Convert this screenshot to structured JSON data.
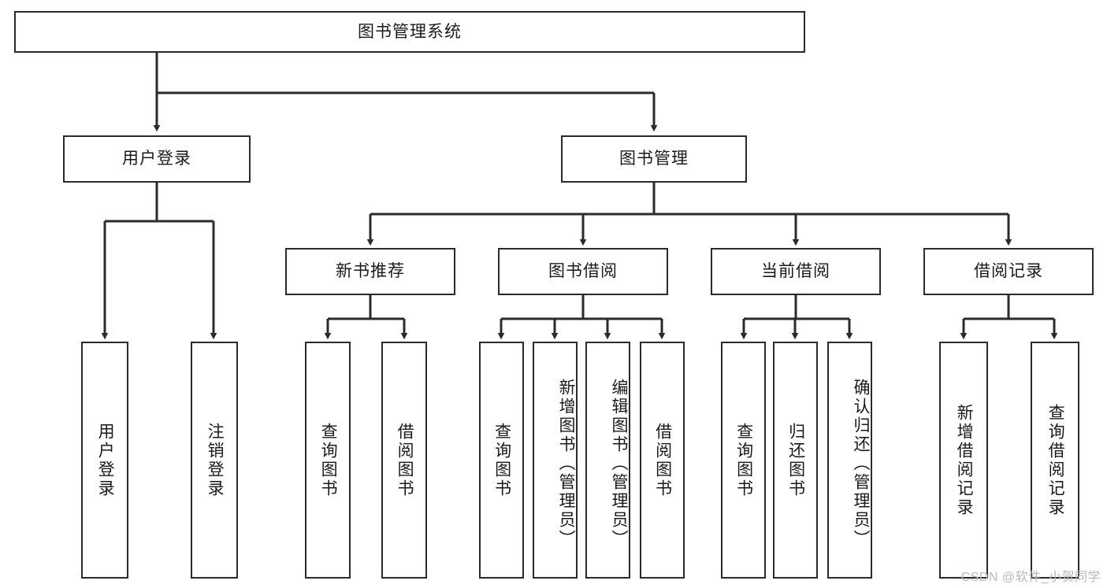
{
  "diagram": {
    "type": "tree",
    "title": "图书管理系统",
    "orientation": "top-down",
    "watermark": "CSDN @软件_小贺同学",
    "colors": {
      "stroke": "#2b2b2b",
      "fill": "#ffffff",
      "text": "#1a1a1a",
      "watermark": "#b9b9b9"
    },
    "nodes": {
      "root": {
        "label": "图书管理系统"
      },
      "level2": [
        {
          "id": "user-login",
          "label": "用户登录"
        },
        {
          "id": "book-manage",
          "label": "图书管理"
        }
      ],
      "level3": [
        {
          "id": "new-book-rec",
          "label": "新书推荐"
        },
        {
          "id": "book-borrow",
          "label": "图书借阅"
        },
        {
          "id": "current-borrow",
          "label": "当前借阅"
        },
        {
          "id": "borrow-record",
          "label": "借阅记录"
        }
      ],
      "leaves": {
        "user-login": [
          {
            "id": "leaf-user-login",
            "label": "用户登录"
          },
          {
            "id": "leaf-user-logout",
            "label": "注销登录"
          }
        ],
        "new-book-rec": [
          {
            "id": "leaf-query-book-1",
            "label": "查询图书"
          },
          {
            "id": "leaf-borrow-book-1",
            "label": "借阅图书"
          }
        ],
        "book-borrow": [
          {
            "id": "leaf-query-book-2",
            "label": "查询图书"
          },
          {
            "id": "leaf-add-book",
            "label": "新增图书（管理员）"
          },
          {
            "id": "leaf-edit-book",
            "label": "编辑图书（管理员）"
          },
          {
            "id": "leaf-borrow-book-2",
            "label": "借阅图书"
          }
        ],
        "current-borrow": [
          {
            "id": "leaf-query-book-3",
            "label": "查询图书"
          },
          {
            "id": "leaf-return-book",
            "label": "归还图书"
          },
          {
            "id": "leaf-confirm-return",
            "label": "确认归还（管理员）"
          }
        ],
        "borrow-record": [
          {
            "id": "leaf-add-record",
            "label": "新增借阅记录"
          },
          {
            "id": "leaf-query-record",
            "label": "查询借阅记录"
          }
        ]
      }
    }
  }
}
